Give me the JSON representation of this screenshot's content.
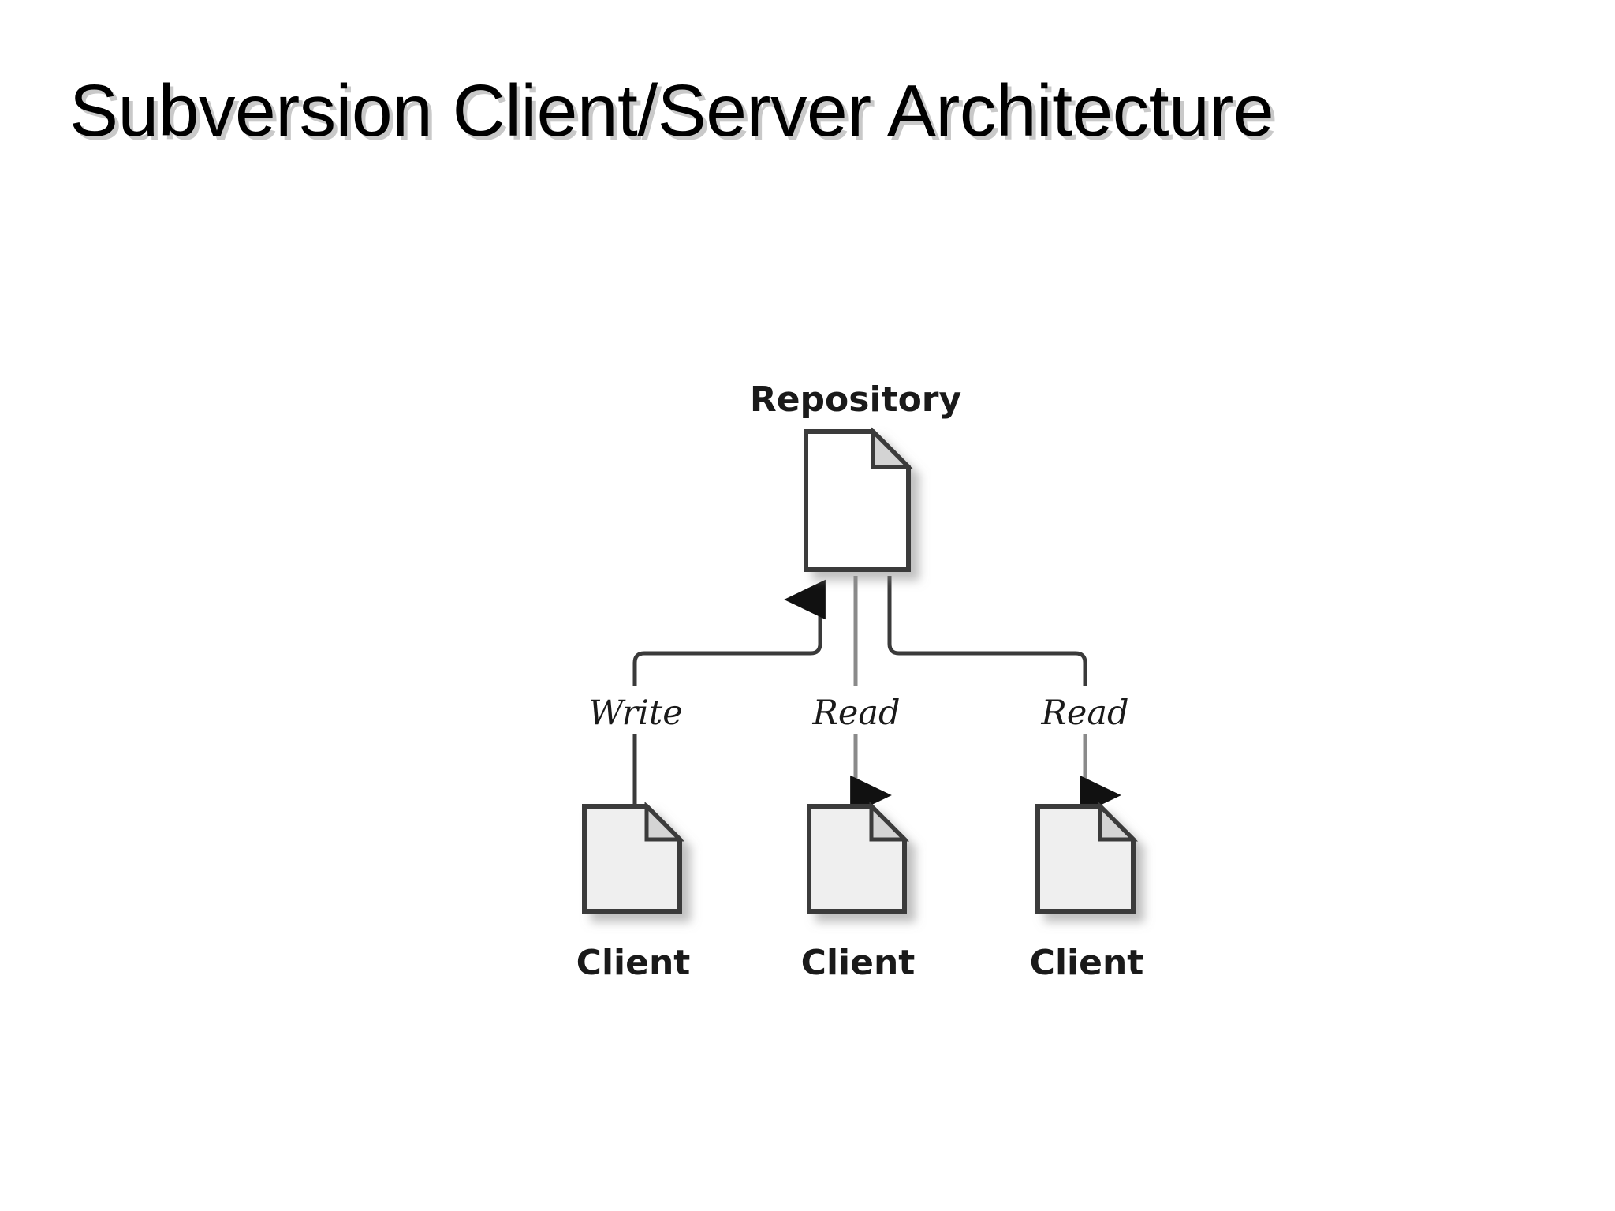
{
  "slide": {
    "title": "Subversion Client/Server Architecture",
    "background_color": "#ffffff",
    "title_color": "#000000",
    "title_shadow_color": "#c9c9c9"
  },
  "diagram": {
    "name": "subversion-client-server-architecture",
    "type": "node-edge-diagram",
    "nodes": [
      {
        "id": "repository",
        "label": "Repository",
        "shape": "document-folded-corner",
        "fill": "#ffffff",
        "stroke": "#3a3a3a",
        "label_position": "above"
      },
      {
        "id": "client-left",
        "label": "Client",
        "shape": "document-folded-corner",
        "fill": "#efefef",
        "stroke": "#3a3a3a",
        "label_position": "below"
      },
      {
        "id": "client-middle",
        "label": "Client",
        "shape": "document-folded-corner",
        "fill": "#efefef",
        "stroke": "#3a3a3a",
        "label_position": "below"
      },
      {
        "id": "client-right",
        "label": "Client",
        "shape": "document-folded-corner",
        "fill": "#efefef",
        "stroke": "#3a3a3a",
        "label_position": "below"
      }
    ],
    "edges": [
      {
        "id": "edge-write",
        "label": "Write",
        "from": "client-left",
        "to": "repository",
        "direction": "up",
        "arrowhead": "at-repository"
      },
      {
        "id": "edge-read-middle",
        "label": "Read",
        "from": "repository",
        "to": "client-middle",
        "direction": "down",
        "arrowhead": "at-client"
      },
      {
        "id": "edge-read-right",
        "label": "Read",
        "from": "repository",
        "to": "client-right",
        "direction": "down",
        "arrowhead": "at-client"
      }
    ],
    "labels": {
      "repository": "Repository",
      "write": "Write",
      "read_middle": "Read",
      "read_right": "Read",
      "client_left": "Client",
      "client_middle": "Client",
      "client_right": "Client"
    }
  }
}
